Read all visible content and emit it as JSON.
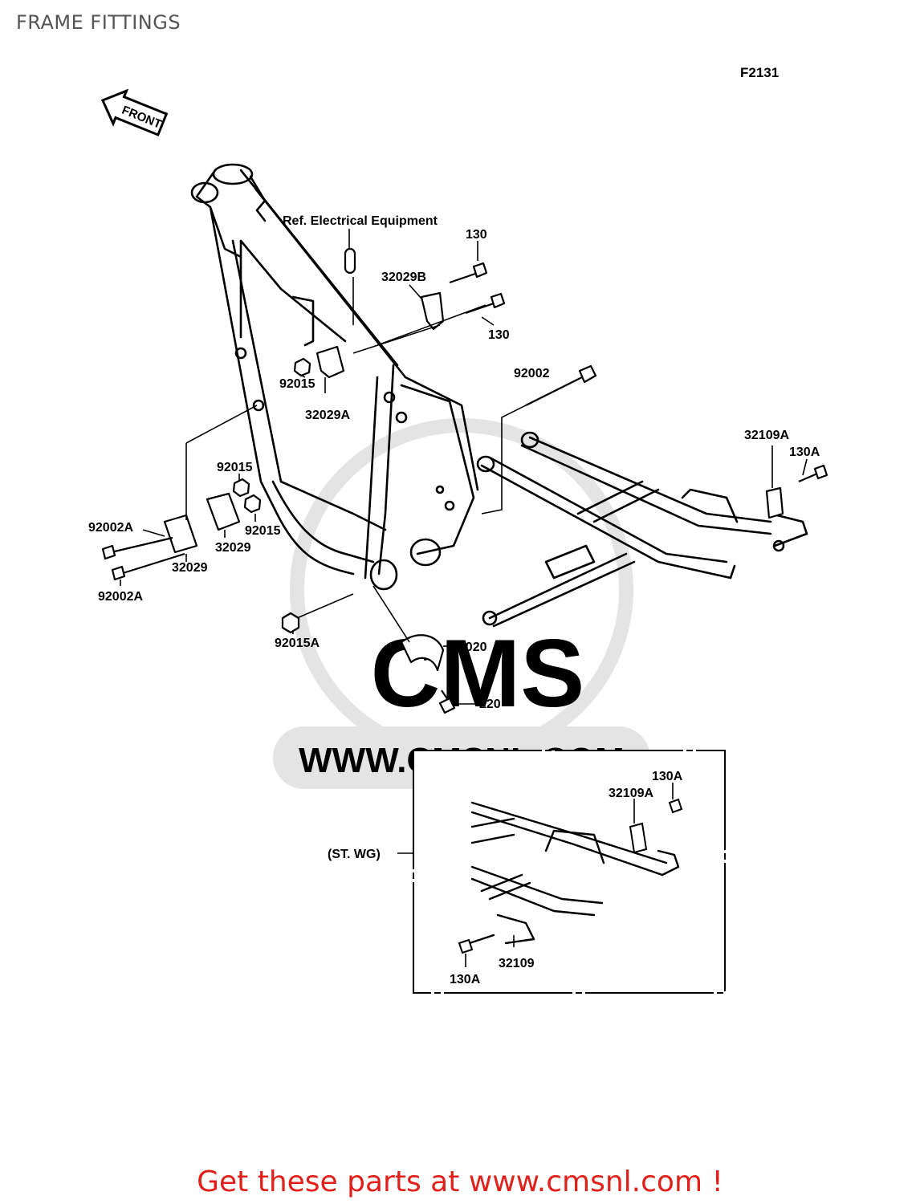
{
  "page": {
    "title": "FRAME FITTINGS"
  },
  "figure": {
    "code": "F2131",
    "front_label": "FRONT",
    "ref_note": "Ref. Electrical Equipment",
    "inset_label": "(ST. WG)"
  },
  "parts": {
    "p130_top": "130",
    "p130_mid": "130",
    "p32029B": "32029B",
    "p92002": "92002",
    "p92015_a": "92015",
    "p32029A": "32029A",
    "p32109A": "32109A",
    "p130A": "130A",
    "p92015_b": "92015",
    "p92015_c": "92015",
    "p92002A_a": "92002A",
    "p32029_a": "32029",
    "p32029_b": "32029",
    "p92002A_b": "92002A",
    "p92015A": "92015A",
    "p55020": "55020",
    "p220": "220",
    "inset_130A_top": "130A",
    "inset_32109A": "32109A",
    "inset_32109": "32109",
    "inset_130A_bottom": "130A"
  },
  "watermark": {
    "brand": "CMS",
    "url": "WWW.CMSNL.COM"
  },
  "footer": {
    "cta": "Get these parts at www.cmsnl.com !"
  },
  "colors": {
    "accent": "#e0201b",
    "watermark": "#d9d9d9",
    "line": "#000000"
  }
}
